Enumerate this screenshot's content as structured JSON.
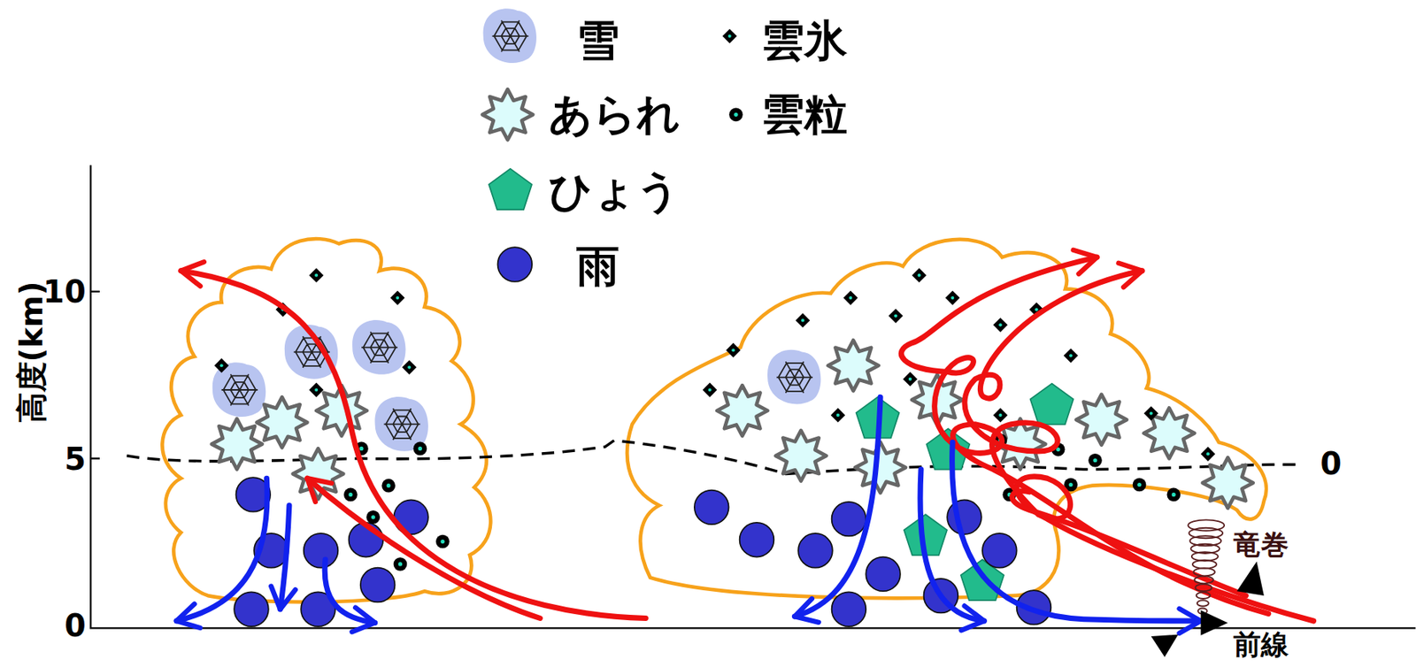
{
  "diagram": {
    "labels": [
      "高度(km)",
      "10",
      "5",
      "0",
      "0",
      "竜巻",
      "前線"
    ],
    "legend": [
      {
        "text": "雪"
      },
      {
        "text": "雲氷"
      },
      {
        "text": "あられ"
      },
      {
        "text": "雲粒"
      },
      {
        "text": "ひょう"
      },
      {
        "text": "雨"
      }
    ]
  }
}
